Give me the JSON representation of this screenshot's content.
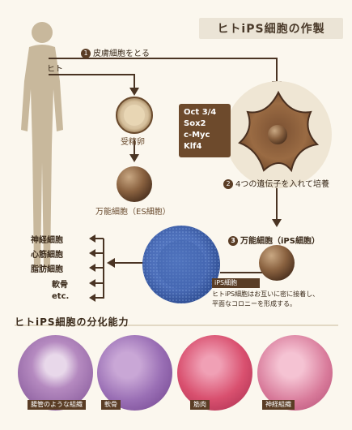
{
  "title": "ヒトiPS細胞の作製",
  "steps": {
    "step1": {
      "num": "1",
      "label": "皮膚細胞をとる"
    },
    "step2": {
      "num": "2",
      "label": "4つの遺伝子を入れて培養"
    },
    "step3": {
      "num": "3",
      "label": "万能細胞（iPS細胞）"
    }
  },
  "labels": {
    "human": "ヒト",
    "fertilized_egg": "受精卵",
    "es_cell": "万能細胞（ES細胞）"
  },
  "genes": [
    "Oct 3/4",
    "Sox2",
    "c-Myc",
    "Klf4"
  ],
  "differentiated": [
    "神経細胞",
    "心筋細胞",
    "脂肪細胞",
    "軟骨",
    "etc."
  ],
  "ips_tag": "iPS細胞",
  "ips_description": [
    "ヒトiPS細胞はお互いに密に接着し、",
    "平面なコロニーを形成する。"
  ],
  "section_title": "ヒトiPS細胞の分化能力",
  "tissues": [
    {
      "label": "腸管のような組織",
      "color": "#b58ac0"
    },
    {
      "label": "軟骨",
      "color": "#9a6fb5"
    },
    {
      "label": "筋肉",
      "color": "#d9506f"
    },
    {
      "label": "神経組織",
      "color": "#d87a9a"
    }
  ]
}
